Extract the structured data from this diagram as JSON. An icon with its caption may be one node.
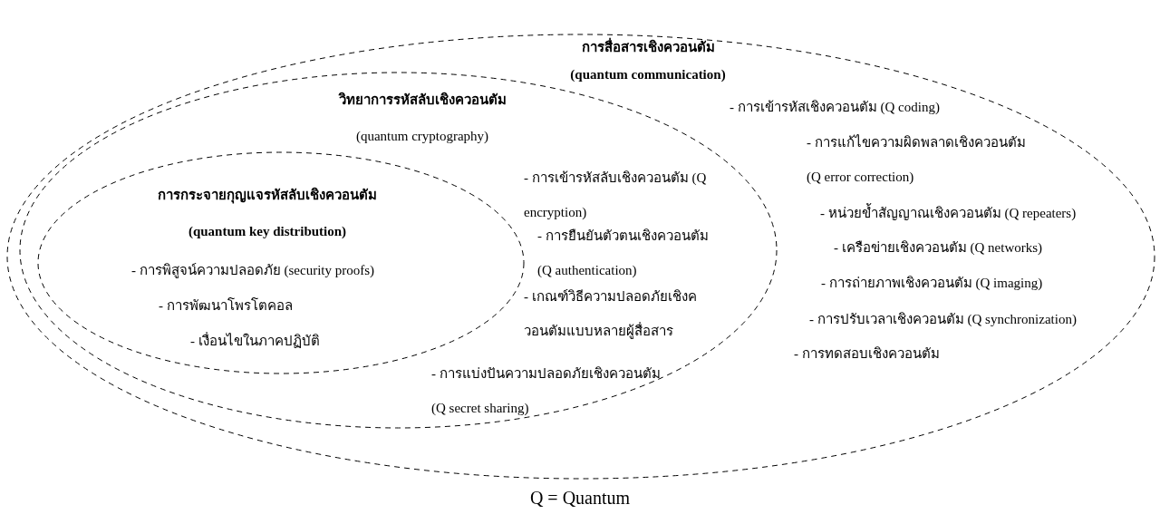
{
  "diagram": {
    "nodes": [
      {
        "text": [
          "การสื่อสารเชิงควอนตัม",
          "(quantum communication)",
          "- การเข้ารหัสเชิงควอนตัม (Q coding)",
          "- การแก้ไขความผิดพลาดเชิงควอนตัม (Q error correction)",
          "- หน่วยข้ำสัญญาณเชิงควอนตัม (Q repeaters)",
          "- เครือข่ายเชิงควอนตัม (Q networks)",
          "- การถ่ายภาพเชิงควอนตัม (Q imaging)",
          "- การปรับเวลาเชิงควอนตัม (Q synchronization)",
          "- การทดสอบเชิงควอนตัม"
        ]
      },
      {
        "text": [
          "วิทยาการรหัสลับเชิงควอนตัม",
          "(quantum cryptography)",
          "- การเข้ารหัสลับเชิงควอนตัม (Q encryption)",
          "- การยืนยันตัวตนเชิงควอนตัม (Q authentication)",
          "- เกณฑ์วิธีความปลอดภัยเชิงควอนตัมแบบหลายผู้สื่อสาร",
          "- การแบ่งปันความปลอดภัยเชิงควอนตัม (Q secret sharing)"
        ],
        "in": 0
      },
      {
        "text": [
          "การกระจายกุญแจรหัสลับเชิงควอนตัม",
          "(quantum key distribution)",
          "- การพิสูจน์ความปลอดภัย (security proofs)",
          "- การพัฒนาโพรโตคอล",
          "- เงื่อนไขในภาคปฏิบัติ"
        ],
        "in": 1
      }
    ],
    "labels": [
      "Q = Quantum"
    ]
  }
}
